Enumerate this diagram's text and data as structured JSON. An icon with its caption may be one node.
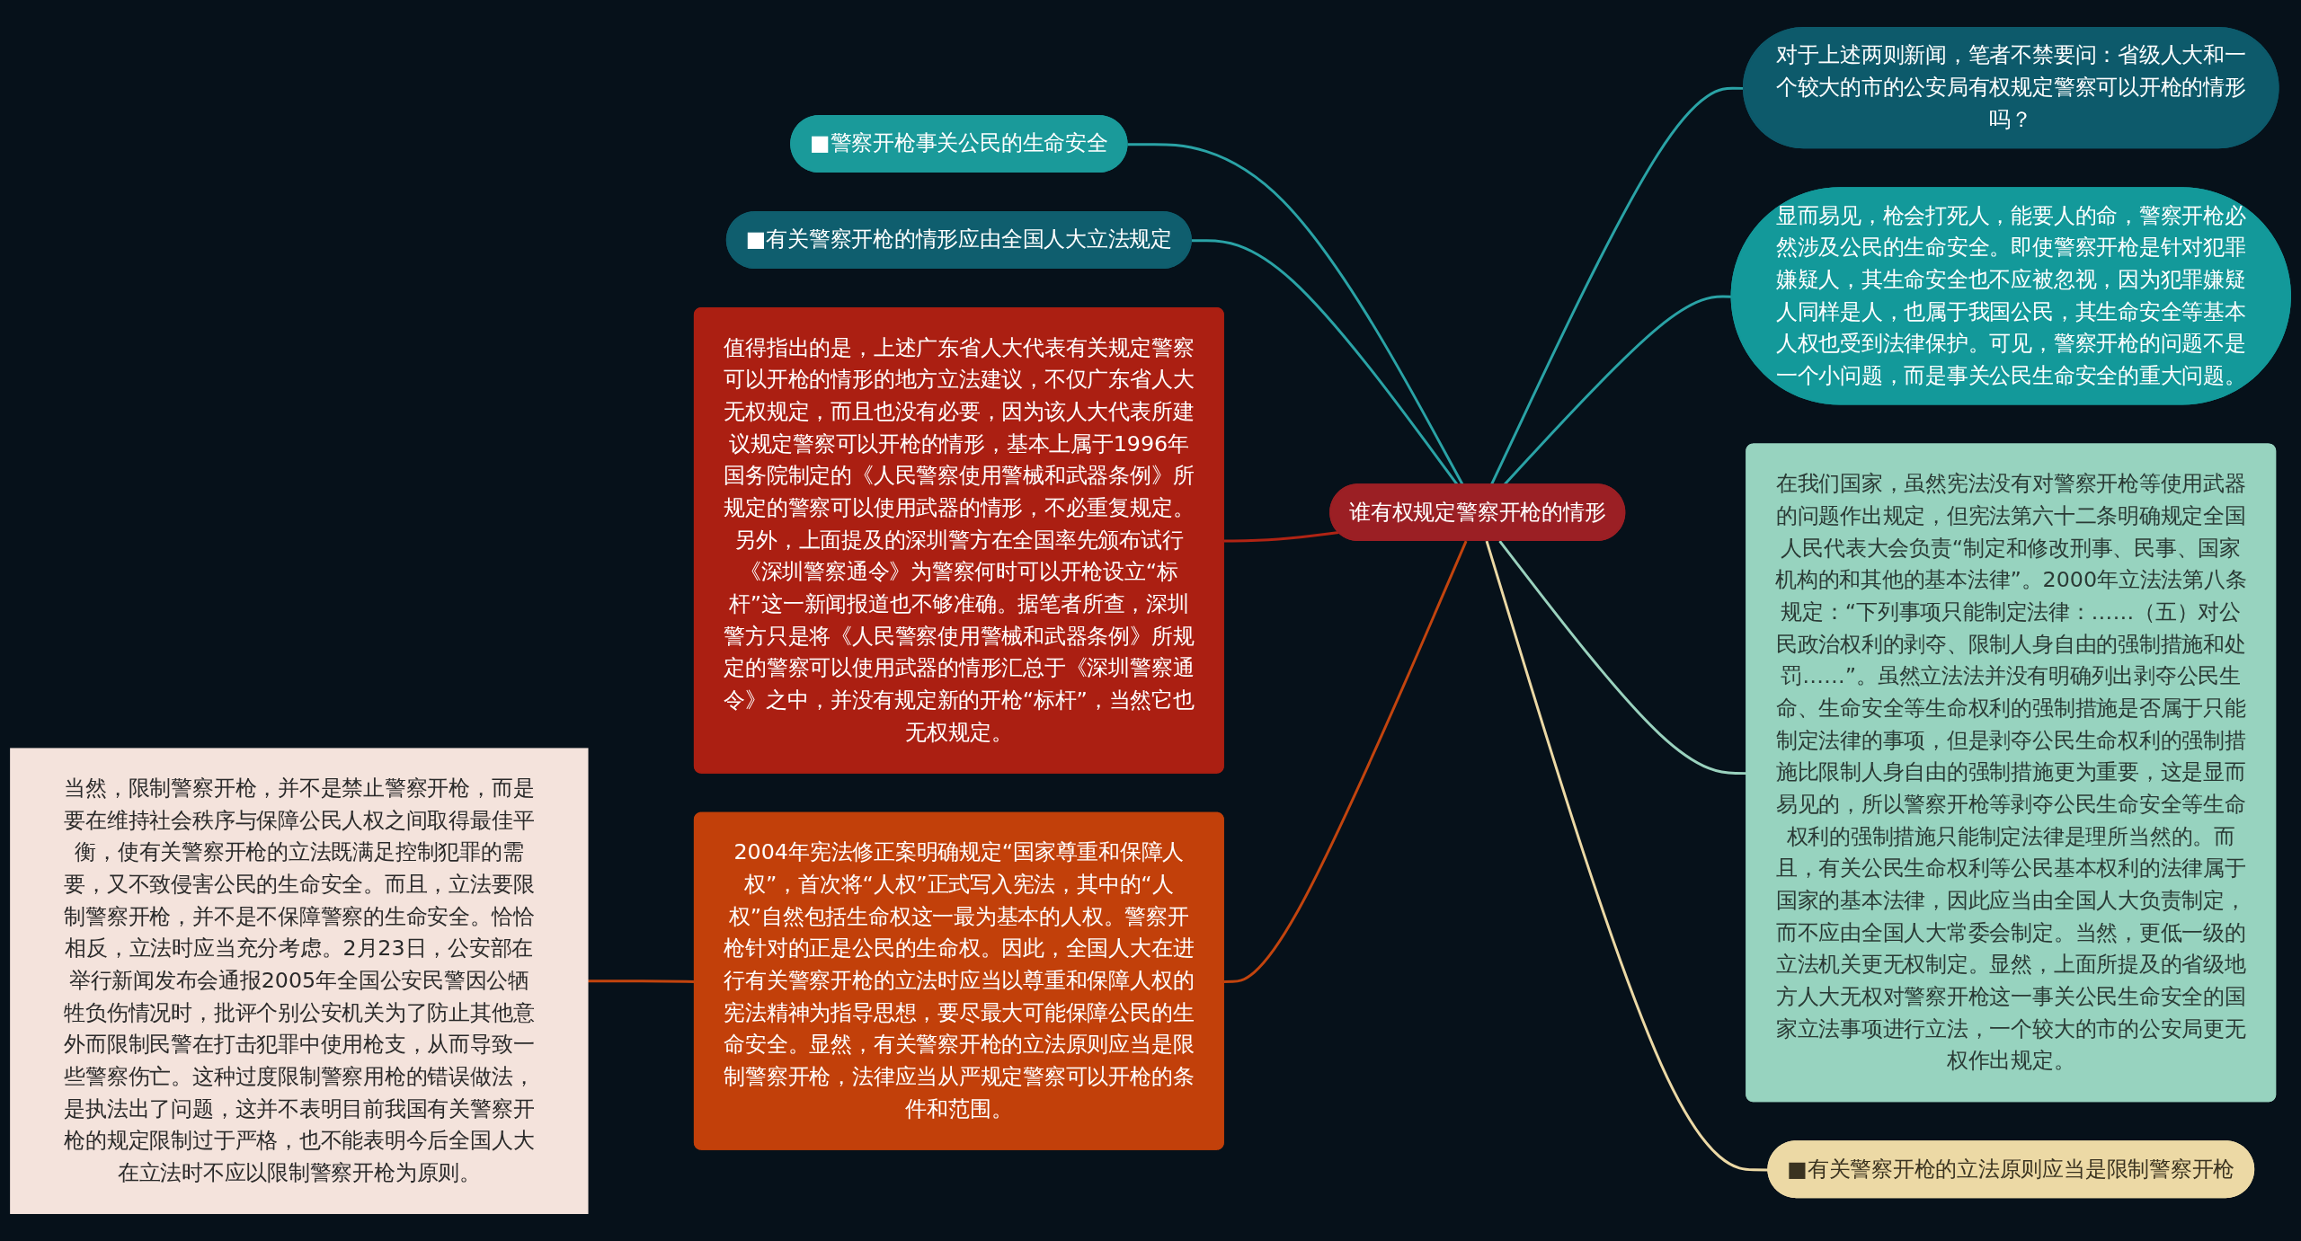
{
  "diagram": {
    "nodes": [
      {
        "text": [
          "谁有权规定警察开枪的情形"
        ]
      },
      {
        "text": [
          "对于上述两则新闻，笔者不禁要问：省级人大和一个较大的市的公安局有权规定警察可以开枪的情形吗？"
        ]
      },
      {
        "text": [
          "显而易见，枪会打死人，能要人的命，警察开枪必然涉及公民的生命安全。即使警察开枪是针对犯罪嫌疑人，其生命安全也不应被忽视，因为犯罪嫌疑人同样是人，也属于我国公民，其生命安全等基本人权也受到法律保护。可见，警察开枪的问题不是一个小问题，而是事关公民生命安全的重大问题。"
        ]
      },
      {
        "text": [
          "在我们国家，虽然宪法没有对警察开枪等使用武器的问题作出规定，但宪法第六十二条明确规定全国人民代表大会负责“制定和修改刑事、民事、国家机构的和其他的基本法律”。2000年立法法第八条规定：“下列事项只能制定法律：……（五）对公民政治权利的剥夺、限制人身自由的强制措施和处罚……”。虽然立法法并没有明确列出剥夺公民生命、生命安全等生命权利的强制措施是否属于只能制定法律的事项，但是剥夺公民生命权利的强制措施比限制人身自由的强制措施更为重要，这是显而易见的，所以警察开枪等剥夺公民生命安全等生命权利的强制措施只能制定法律是理所当然的。而且，有关公民生命权利等公民基本权利的法律属于国家的基本法律，因此应当由全国人大负责制定，而不应由全国人大常委会制定。当然，更低一级的立法机关更无权制定。显然，上面所提及的省级地方人大无权对警察开枪这一事关公民生命安全的国家立法事项进行立法，一个较大的市的公安局更无权作出规定。"
        ]
      },
      {
        "text": [
          "■有关警察开枪的立法原则应当是限制警察开枪"
        ]
      },
      {
        "text": [
          "■警察开枪事关公民的生命安全"
        ]
      },
      {
        "text": [
          "■有关警察开枪的情形应由全国人大立法规定"
        ]
      },
      {
        "text": [
          "值得指出的是，上述广东省人大代表有关规定警察可以开枪的情形的地方立法建议，不仅广东省人大无权规定，而且也没有必要，因为该人大代表所建议规定警察可以开枪的情形，基本上属于1996年国务院制定的《人民警察使用警械和武器条例》所规定的警察可以使用武器的情形，不必重复规定。另外，上面提及的深圳警方在全国率先颁布试行《深圳警察通令》为警察何时可以开枪设立“标杆”这一新闻报道也不够准确。据笔者所查，深圳警方只是将《人民警察使用警械和武器条例》所规定的警察可以使用武器的情形汇总于《深圳警察通令》之中，并没有规定新的开枪“标杆”，当然它也无权规定。"
        ]
      },
      {
        "text": [
          "2004年宪法修正案明确规定“国家尊重和保障人权”，首次将“人权”正式写入宪法，其中的“人权”自然包括生命权这一最为基本的人权。警察开枪针对的正是公民的生命权。因此，全国人大在进行有关警察开枪的立法时应当以尊重和保障人权的宪法精神为指导思想，要尽最大可能保障公民的生命安全。显然，有关警察开枪的立法原则应当是限制警察开枪，法律应当从严规定警察可以开枪的条件和范围。"
        ]
      },
      {
        "text": [
          "当然，限制警察开枪，并不是禁止警察开枪，而是要在维持社会秩序与保障公民人权之间取得最佳平衡，使有关警察开枪的立法既满足控制犯罪的需要，又不致侵害公民的生命安全。而且，立法要限制警察开枪，并不是不保障警察的生命安全。恰恰相反，立法时应当充分考虑。2月23日，公安部在举行新闻发布会通报2005年全国公安民警因公牺牲负伤情况时，批评个别公安机关为了防止其他意外而限制民警在打击犯罪中使用枪支，从而导致一些警察伤亡。这种过度限制警察用枪的错误做法，是执法出了问题，这并不表明目前我国有关警察开枪的规定限制过于严格，也不能表明今后全国人大在立法时不应以限制警察开枪为原则。"
        ]
      }
    ],
    "edges": [
      {
        "from": 0,
        "to": 1,
        "arrow": "none"
      },
      {
        "from": 0,
        "to": 2,
        "arrow": "none"
      },
      {
        "from": 0,
        "to": 3,
        "arrow": "none",
        "color": "#9ad2be"
      },
      {
        "from": 0,
        "to": 4,
        "arrow": "none",
        "color": "#ecd9a5"
      },
      {
        "from": 5,
        "to": 0,
        "arrow": "none"
      },
      {
        "from": 6,
        "to": 0,
        "arrow": "none"
      },
      {
        "from": 7,
        "to": 0,
        "arrow": "none",
        "color": "#b02414"
      },
      {
        "from": 8,
        "to": 0,
        "arrow": "none",
        "color": "#c2440e"
      },
      {
        "from": 9,
        "to": 8,
        "arrow": "none",
        "color": "#c2440e"
      }
    ]
  }
}
